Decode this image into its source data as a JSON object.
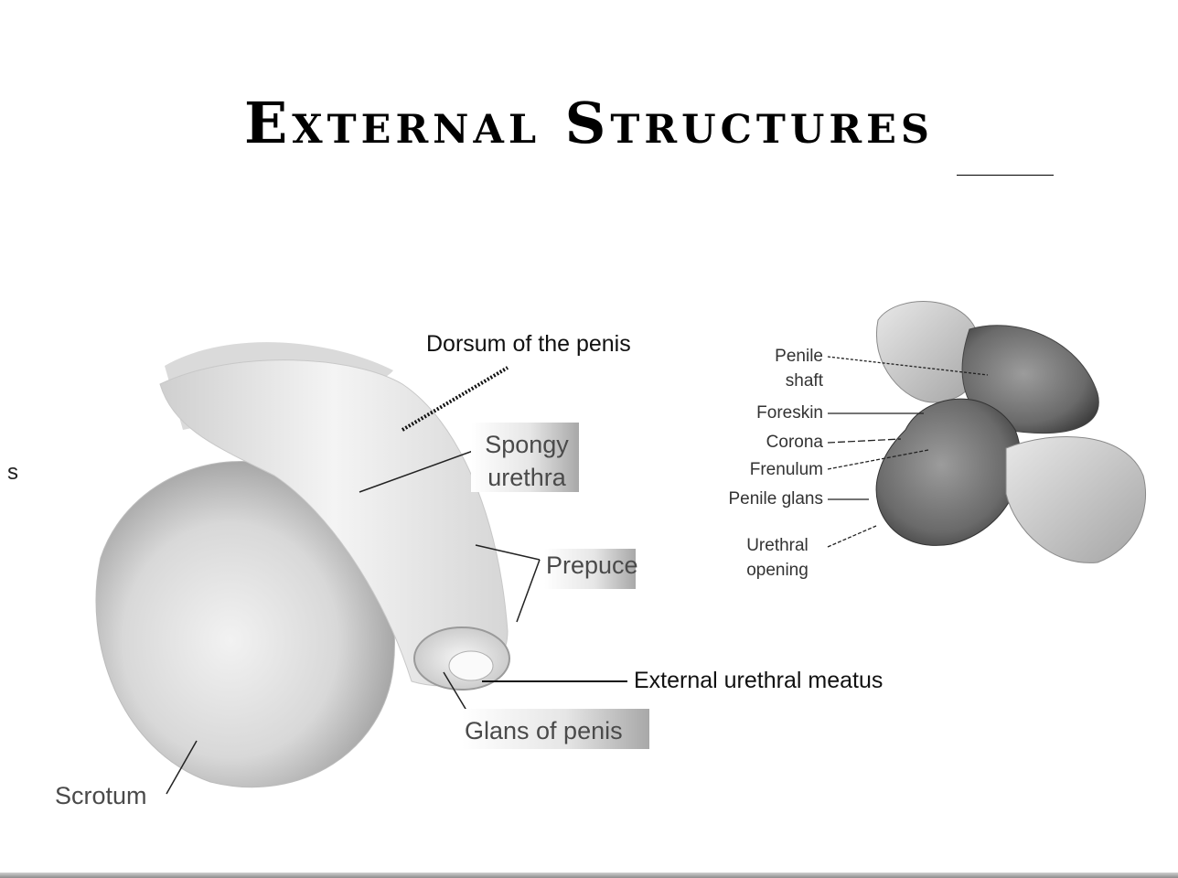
{
  "slide": {
    "title": "External Structures",
    "edge_glyph": "s"
  },
  "left_diagram": {
    "labels": {
      "dorsum": "Dorsum of the penis",
      "spongy": "Spongy urethra",
      "prepuce": "Prepuce",
      "meatus": "External urethral meatus",
      "glans": "Glans of penis",
      "scrotum": "Scrotum"
    }
  },
  "right_diagram": {
    "labels": {
      "shaft": "Penile shaft",
      "foreskin": "Foreskin",
      "corona": "Corona",
      "frenulum": "Frenulum",
      "glans": "Penile glans",
      "opening": "Urethral opening"
    }
  },
  "colors": {
    "title": "#000000",
    "skin_light": "#e4e4e4",
    "skin_dark": "#6e6e6e",
    "background": "#ffffff"
  }
}
